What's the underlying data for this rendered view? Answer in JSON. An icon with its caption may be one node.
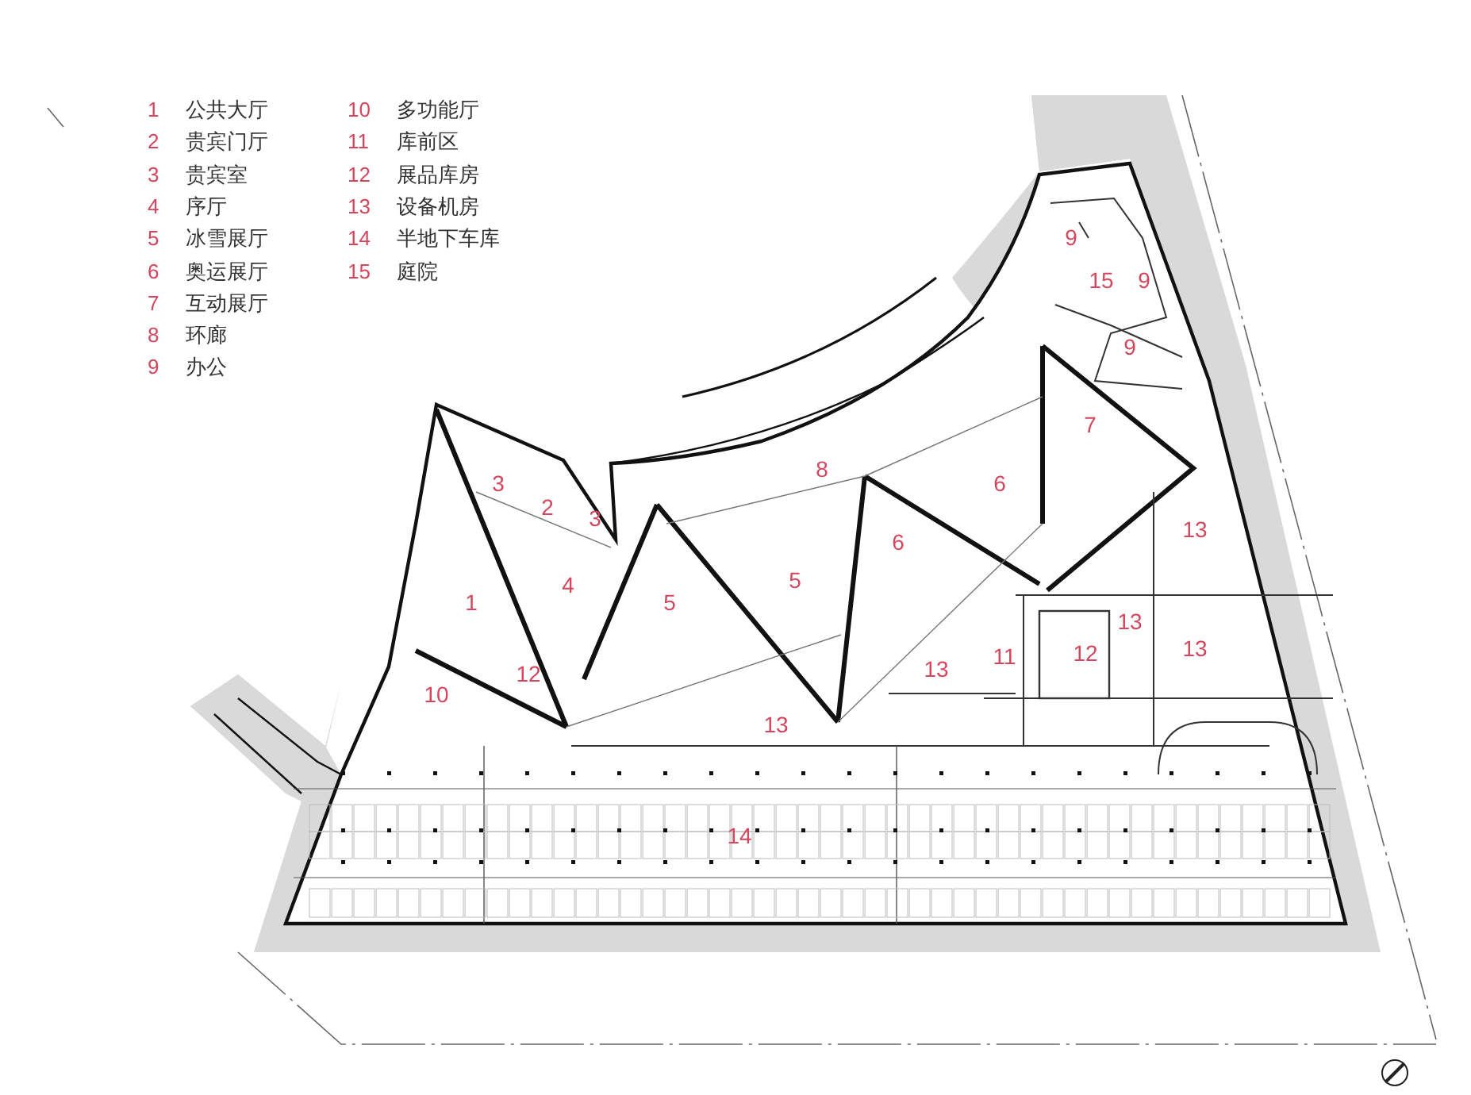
{
  "diagram": {
    "labels": [
      "1",
      "公共大厅",
      "10",
      "多功能厅",
      "2",
      "贵宾门厅",
      "11",
      "库前区",
      "3",
      "贵宾室",
      "12",
      "展品库房",
      "4",
      "序厅",
      "13",
      "设备机房",
      "5",
      "冰雪展厅",
      "14",
      "半地下车库",
      "6",
      "奥运展厅",
      "15",
      "庭院",
      "7",
      "互动展厅",
      "8",
      "环廊",
      "9",
      "办公",
      "9",
      "15",
      "9",
      "9",
      "7",
      "8",
      "6",
      "3",
      "2",
      "3",
      "13",
      "6",
      "4",
      "1",
      "5",
      "5",
      "13",
      "12",
      "11",
      "13",
      "13",
      "12",
      "10",
      "13",
      "14"
    ]
  }
}
